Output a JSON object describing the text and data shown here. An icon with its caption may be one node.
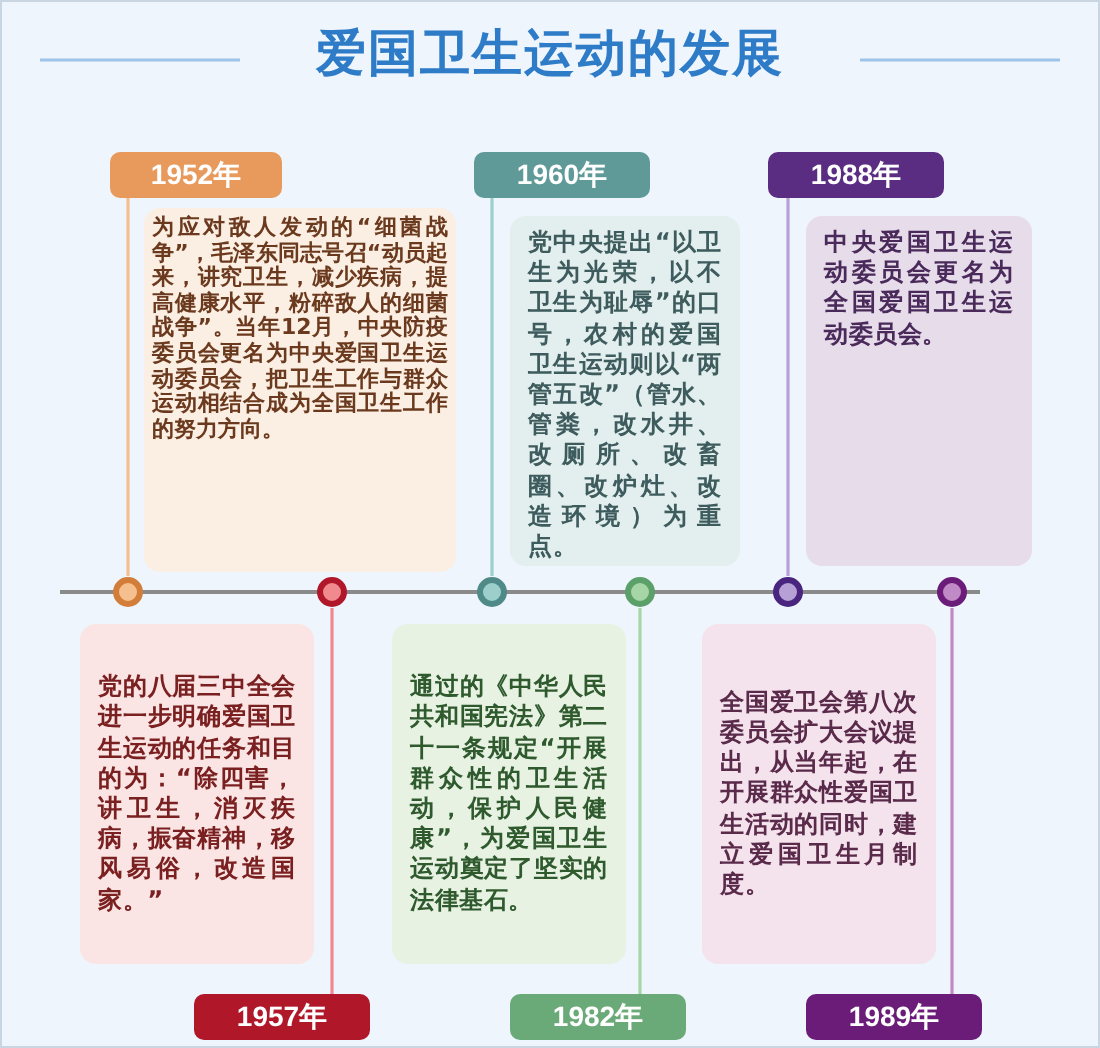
{
  "diagram": {
    "title": "爱国卫生运动的发展",
    "nodes": [
      {
        "text": [
          "1952年"
        ]
      },
      {
        "text": [
          "为应对敌人发动的“细菌战争”，毛泽东同志号召“动员起来，讲究卫生，减少疾病，提高健康水平，粉碎敌人的细菌战争”。当年12月，中央防疫委员会更名为中央爱国卫生运动委员会，把卫生工作与群众运动相结合成为全国卫生工作的努力方向。"
        ]
      },
      {
        "text": [],
        "shape": "circle"
      },
      {
        "text": [
          "1957年"
        ]
      },
      {
        "text": [
          "党的八届三中全会进一步明确爱国卫生运动的任务和目的为：“除四害，讲卫生，消灭疾病，振奋精神，移风易俗，改造国家。”"
        ]
      },
      {
        "text": [],
        "shape": "circle"
      },
      {
        "text": [
          "1960年"
        ]
      },
      {
        "text": [
          "党中央提出“以卫生为光荣，以不卫生为耻辱”的口号，农村的爱国卫生运动则以“两管五改”（管水、管粪，改水井、改厕所、改畜圈、改炉灶、改造环境）为重点。"
        ]
      },
      {
        "text": [],
        "shape": "circle"
      },
      {
        "text": [
          "1982年"
        ]
      },
      {
        "text": [
          "通过的《中华人民共和国宪法》第二十一条规定“开展群众性的卫生活动，保护人民健康”，为爱国卫生运动奠定了坚实的法律基石。"
        ]
      },
      {
        "text": [],
        "shape": "circle"
      },
      {
        "text": [
          "1988年"
        ]
      },
      {
        "text": [
          "中央爱国卫生运动委员会更名为全国爱国卫生运动委员会。"
        ]
      },
      {
        "text": [],
        "shape": "circle"
      },
      {
        "text": [
          "1989年"
        ]
      },
      {
        "text": [
          "全国爱卫会第八次委员会扩大会议提出，从当年起，在开展群众性爱国卫生活动的同时，建立爱国卫生月制度。"
        ]
      },
      {
        "text": [],
        "shape": "circle"
      }
    ],
    "edges": [
      {
        "from": 0,
        "to": 2,
        "arrow": "none"
      },
      {
        "from": 3,
        "to": 5,
        "arrow": "none"
      },
      {
        "from": 6,
        "to": 8,
        "arrow": "none"
      },
      {
        "from": 9,
        "to": 11,
        "arrow": "none"
      },
      {
        "from": 12,
        "to": 14,
        "arrow": "none"
      },
      {
        "from": 15,
        "to": 17,
        "arrow": "none"
      }
    ]
  }
}
